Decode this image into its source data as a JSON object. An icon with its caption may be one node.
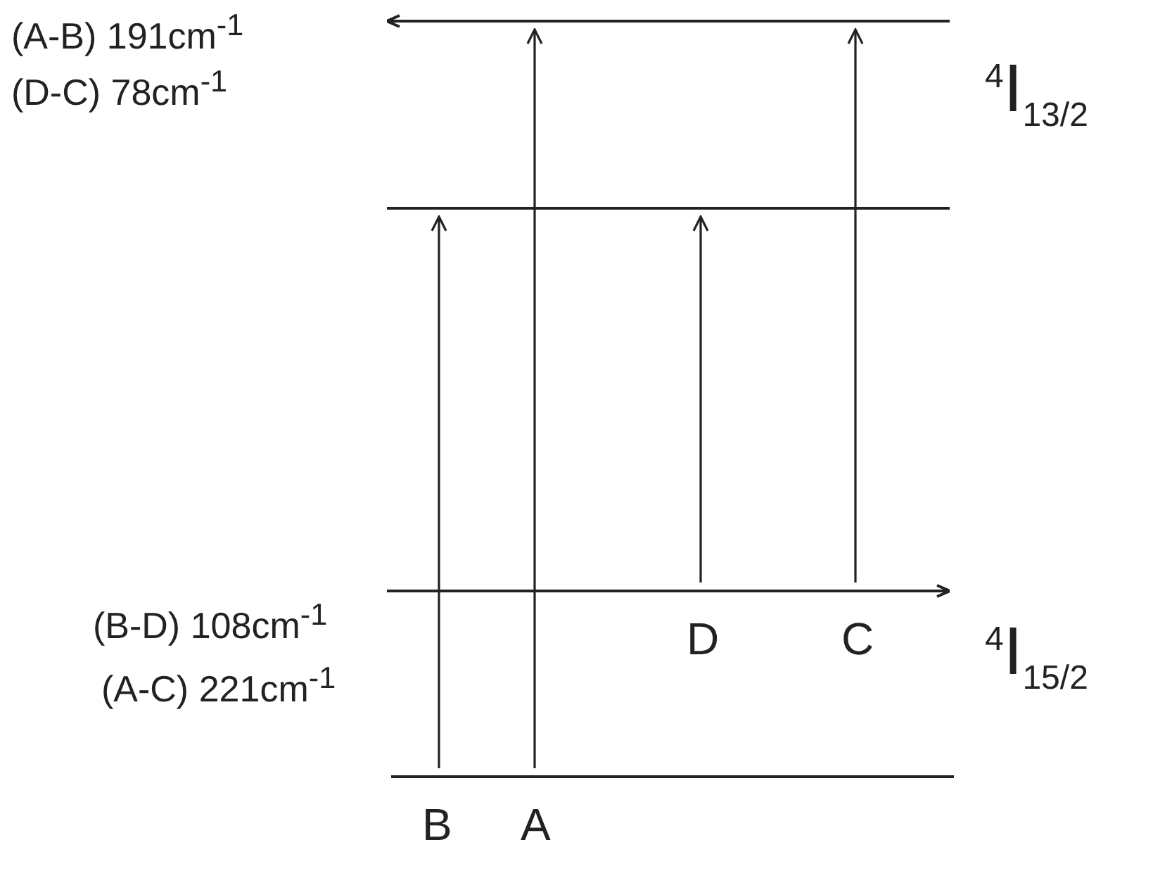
{
  "diagram": {
    "nodes": [
      {
        "text": [],
        "shape": "bar"
      },
      {
        "text": [],
        "shape": "bar"
      },
      {
        "text": [],
        "shape": "bar"
      },
      {
        "text": [],
        "shape": "bar"
      }
    ],
    "edges": [
      {
        "from": 3,
        "to": 1,
        "arrow": "to",
        "label": "B"
      },
      {
        "from": 3,
        "to": 0,
        "arrow": "to",
        "label": "A"
      },
      {
        "from": 2,
        "to": 1,
        "arrow": "to",
        "label": "D"
      },
      {
        "from": 2,
        "to": 0,
        "arrow": "to",
        "label": "C"
      }
    ],
    "labels": [
      "(A-B) 191cm$^{-1}$",
      "(D-C) 78cm$^{-1}$",
      "$^{4}$I$_{13/2}$",
      "(B-D) 108cm$^{-1}$",
      "(A-C) 221cm$^{-1}$",
      "$^{4}$I$_{15/2}$"
    ]
  }
}
